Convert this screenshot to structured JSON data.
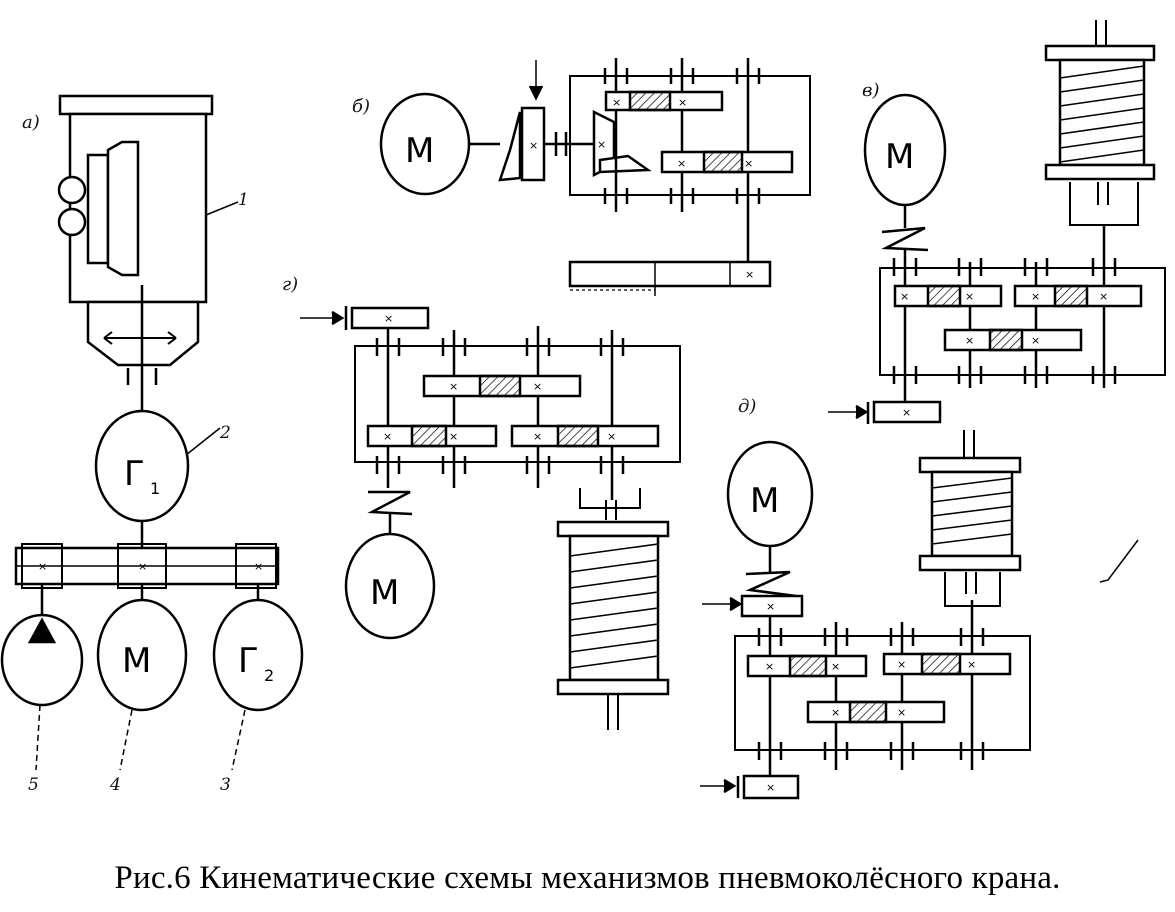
{
  "caption": "Рис.6 Кинематические схемы механизмов пневмоколёсного крана.",
  "schemes": {
    "a": {
      "label": "а)",
      "motor": "М",
      "gen1": "Г",
      "gen1_sub": "1",
      "gen2": "Г",
      "gen2_sub": "2",
      "refs": [
        "1",
        "2",
        "3",
        "4",
        "5"
      ]
    },
    "b": {
      "label": "б)",
      "motor": "М"
    },
    "v": {
      "label": "в)",
      "motor": "М"
    },
    "g": {
      "label": "г)",
      "motor": "М"
    },
    "d": {
      "label": "д)",
      "motor": "М"
    }
  },
  "shaft_mark": "×"
}
